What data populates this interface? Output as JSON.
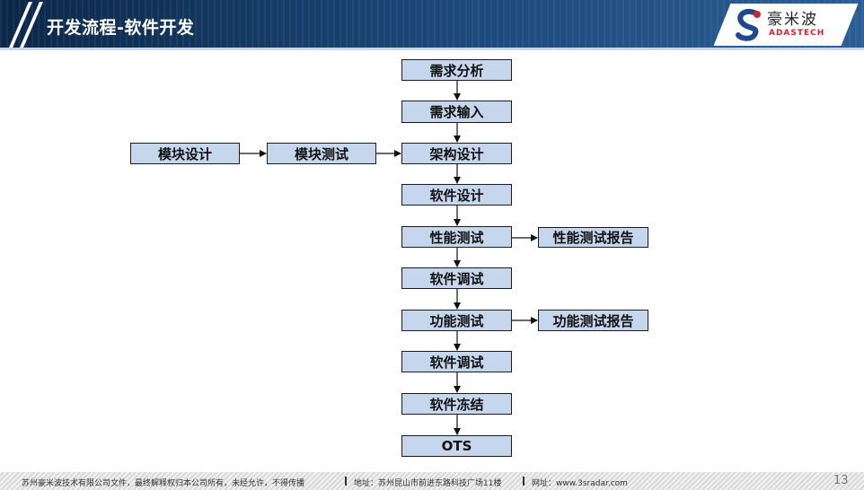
{
  "header": {
    "title": "开发流程-软件开发"
  },
  "logo": {
    "name_cn": "豪米波",
    "name_en": "ADASTECH"
  },
  "diagram": {
    "main_flow": [
      "需求分析",
      "需求输入",
      "架构设计",
      "软件设计",
      "性能测试",
      "软件调试",
      "功能测试",
      "软件调试",
      "软件冻结",
      "OTS"
    ],
    "left_branch": [
      "模块设计",
      "模块测试"
    ],
    "reports": {
      "performance": "性能测试报告",
      "function": "功能测试报告"
    }
  },
  "footer": {
    "copyright": "苏州豪米波技术有限公司文件，最终解释权归本公司所有，未经允许，不得传播",
    "address": "地址：苏州昆山市前进东路科技广场11楼",
    "website": "网址：www.3sradar.com",
    "page_number": "13"
  }
}
